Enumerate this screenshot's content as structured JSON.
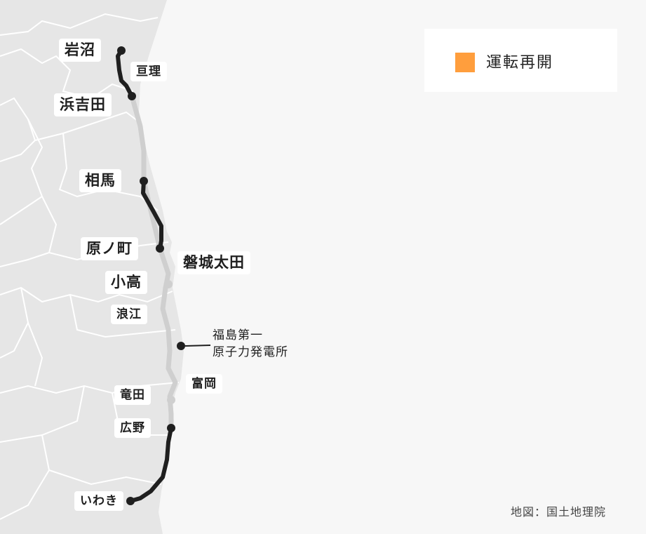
{
  "legend": {
    "label": "運転再開",
    "color": "#ff9e3d"
  },
  "colors": {
    "land": "#e6e6e6",
    "sea": "#f7f7f7",
    "boundary": "#ffffff",
    "line_closed": "#cfcfcf",
    "line_reopened": "#1f1f1f"
  },
  "stations": {
    "iwanuma": "岩沼",
    "watari": "亘理",
    "hamayoshida": "浜吉田",
    "soma": "相馬",
    "haranomachi": "原ノ町",
    "iwakiota": "磐城太田",
    "odaka": "小高",
    "namie": "浪江",
    "tomioka": "富岡",
    "tatsuta": "竜田",
    "hirono": "広野",
    "iwaki": "いわき"
  },
  "npp": {
    "line1": "福島第一",
    "line2": "原子力発電所"
  },
  "source": "地図：国土地理院"
}
